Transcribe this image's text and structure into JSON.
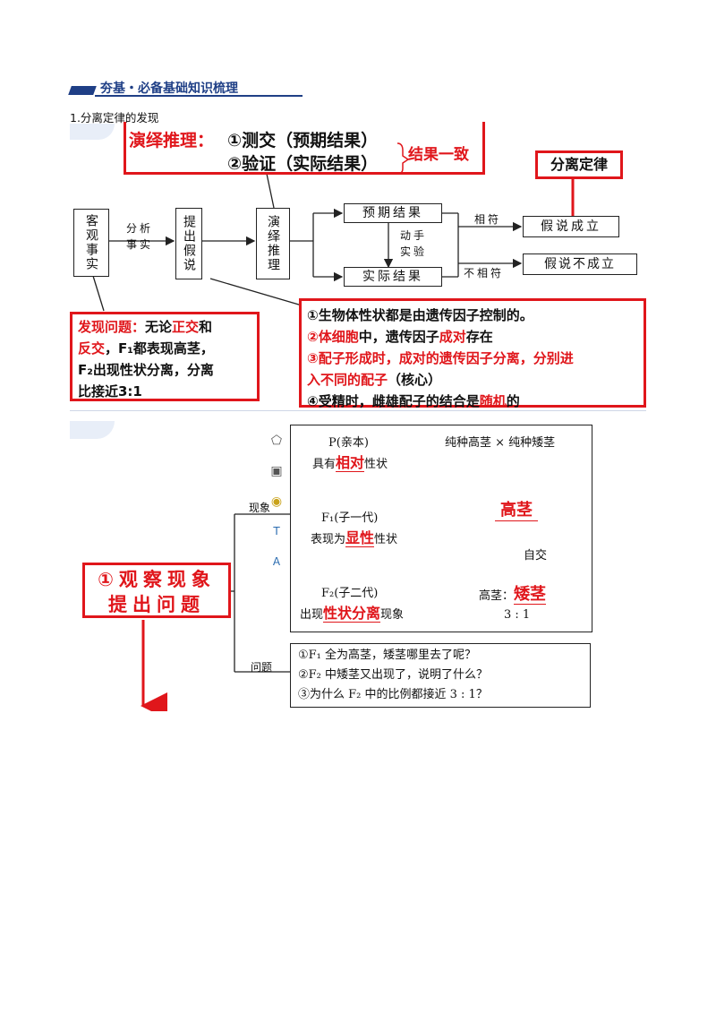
{
  "header": {
    "title": "夯基・必备基础知识梳理"
  },
  "section_label": "1.分离定律的发现",
  "diagram1": {
    "deduction_title": "演绎推理：",
    "deduction_line1": "①测交（预期结果）",
    "deduction_line2": "②验证（实际结果）",
    "consistent": "结果一致",
    "law": "分离定律",
    "objective": "客观事实",
    "analyze": "分析事实",
    "hypothesis": "提出假说",
    "deduce": "演绎推理",
    "expected": "预期结果",
    "actual": "实际结果",
    "experiment": "动手实验",
    "match": "相符",
    "mismatch": "不相符",
    "valid": "假说成立",
    "invalid": "假说不成立",
    "problem_title": "发现问题：",
    "problem_l1a": "无论",
    "problem_l1b": "正交",
    "problem_l1c": "和",
    "problem_l2a": "反交",
    "problem_l2b": "，F₁都表现高茎，",
    "problem_l3": "F₂出现性状分离，分离",
    "problem_l4": "比接近3:1",
    "hyp_1": "①生物体性状都是由遗传因子控制的。",
    "hyp_2a": "②体细胞",
    "hyp_2b": "中，遗传因子",
    "hyp_2c": "成对",
    "hyp_2d": "存在",
    "hyp_3a": "③配子形成时，成对的遗传因子分离，分别进",
    "hyp_3b": "入不同的配子",
    "hyp_3c": "（核心）",
    "hyp_4a": "④受精时，雌雄配子的结合是",
    "hyp_4b": "随机",
    "hyp_4c": "的"
  },
  "diagram2": {
    "step": "①观察现象",
    "step2": "提出问题",
    "phenomenon_label": "现象",
    "question_label": "问题",
    "p_label": "P(亲本)",
    "p_desc_a": "具有",
    "p_desc_b": "相对",
    "p_desc_c": "性状",
    "cross": "纯种高茎 × 纯种矮茎",
    "f1_label": "F₁(子一代)",
    "f1_desc_a": "表现为",
    "f1_desc_b": "显性",
    "f1_desc_c": "性状",
    "f1_result": "高茎",
    "selfing": "自交",
    "f2_label": "F₂(子二代)",
    "f2_desc_a": "出现",
    "f2_desc_b": "性状分离",
    "f2_desc_c": "现象",
    "f2_result_a": "高茎：",
    "f2_result_b": "矮茎",
    "ratio": "3 : 1",
    "q1": "①F₁ 全为高茎，矮茎哪里去了呢？",
    "q2": "②F₂ 中矮茎又出现了，说明了什么？",
    "q3": "③为什么 F₂ 中的比例都接近 3 : 1？"
  }
}
